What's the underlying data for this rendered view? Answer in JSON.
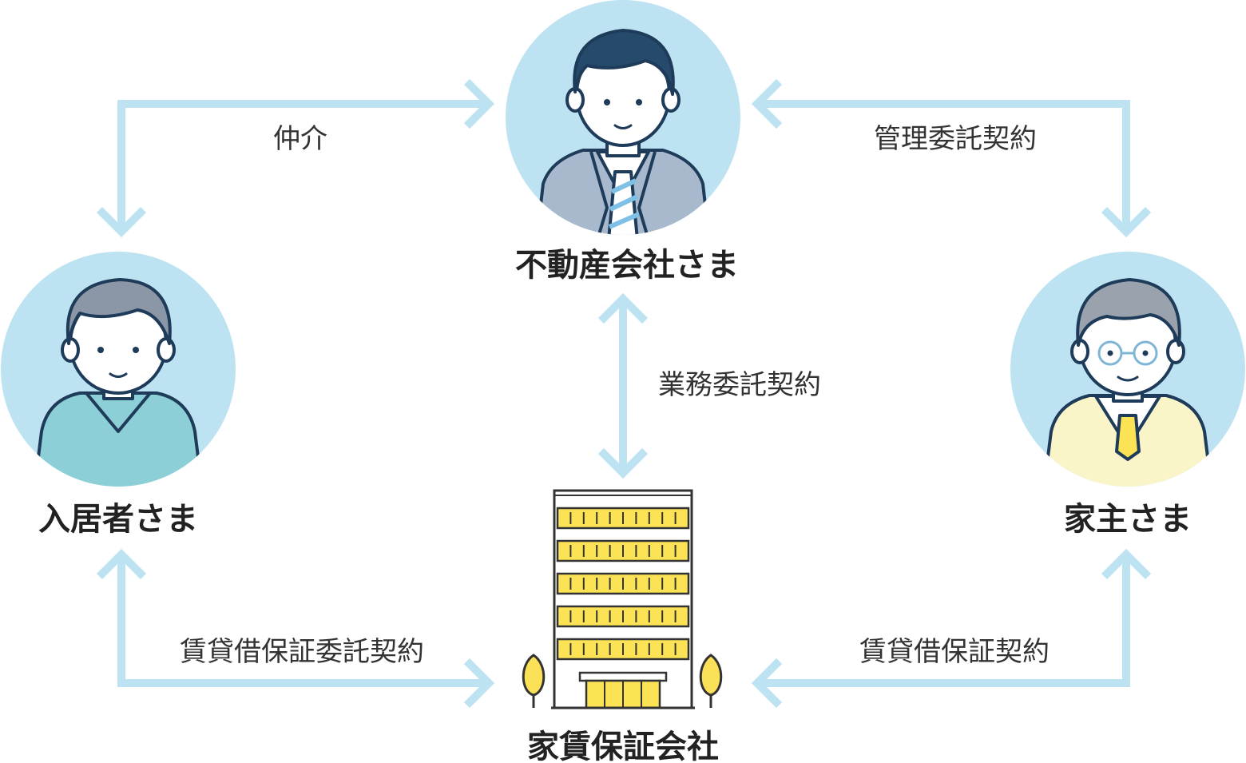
{
  "colors": {
    "connector": "#bde3f2",
    "avatar_bg": "#bde3f2",
    "outline": "#1e3b5a",
    "skin": "#ffffff",
    "suit": "#a8b9ce",
    "resident_shirt": "#8ccfd6",
    "resident_hair": "#8b97a6",
    "owner_vest": "#f9f5c9",
    "owner_hair": "#9aa2ad",
    "building_yellow": "#fce355",
    "tree_yellow": "#fbe158",
    "text_dark": "#222222"
  },
  "nodes": {
    "agency": {
      "label": "不動産会社さま",
      "icon": "businessman-avatar-icon"
    },
    "resident": {
      "label": "入居者さま",
      "icon": "young-man-avatar-icon"
    },
    "owner": {
      "label": "家主さま",
      "icon": "elderly-man-avatar-icon"
    },
    "guarantor": {
      "label": "家賃保証会社",
      "icon": "office-building-icon"
    }
  },
  "edges": {
    "brokerage": {
      "label": "仲介",
      "from": "resident",
      "to": "agency"
    },
    "management": {
      "label": "管理委託契約",
      "from": "agency",
      "to": "owner"
    },
    "business": {
      "label": "業務委託契約",
      "from": "agency",
      "to": "guarantor"
    },
    "resident_guarantee": {
      "label": "賃貸借保証委託契約",
      "from": "resident",
      "to": "guarantor"
    },
    "owner_guarantee": {
      "label": "賃貸借保証契約",
      "from": "owner",
      "to": "guarantor"
    }
  }
}
